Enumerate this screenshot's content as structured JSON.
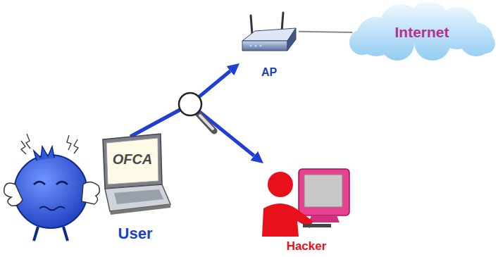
{
  "diagram": {
    "nodes": [
      {
        "text": [
          "AP"
        ]
      },
      {
        "text": [
          "Internet"
        ]
      },
      {
        "text": [
          "User"
        ]
      },
      {
        "text": [
          "Hacker"
        ]
      }
    ],
    "edges": [
      {
        "from": 0,
        "to": 1,
        "arrow": "none"
      },
      {
        "from": 2,
        "to": 0,
        "arrow": "to"
      },
      {
        "from": 2,
        "to": 3,
        "arrow": "to"
      }
    ],
    "labels": [
      "OFCA"
    ]
  }
}
